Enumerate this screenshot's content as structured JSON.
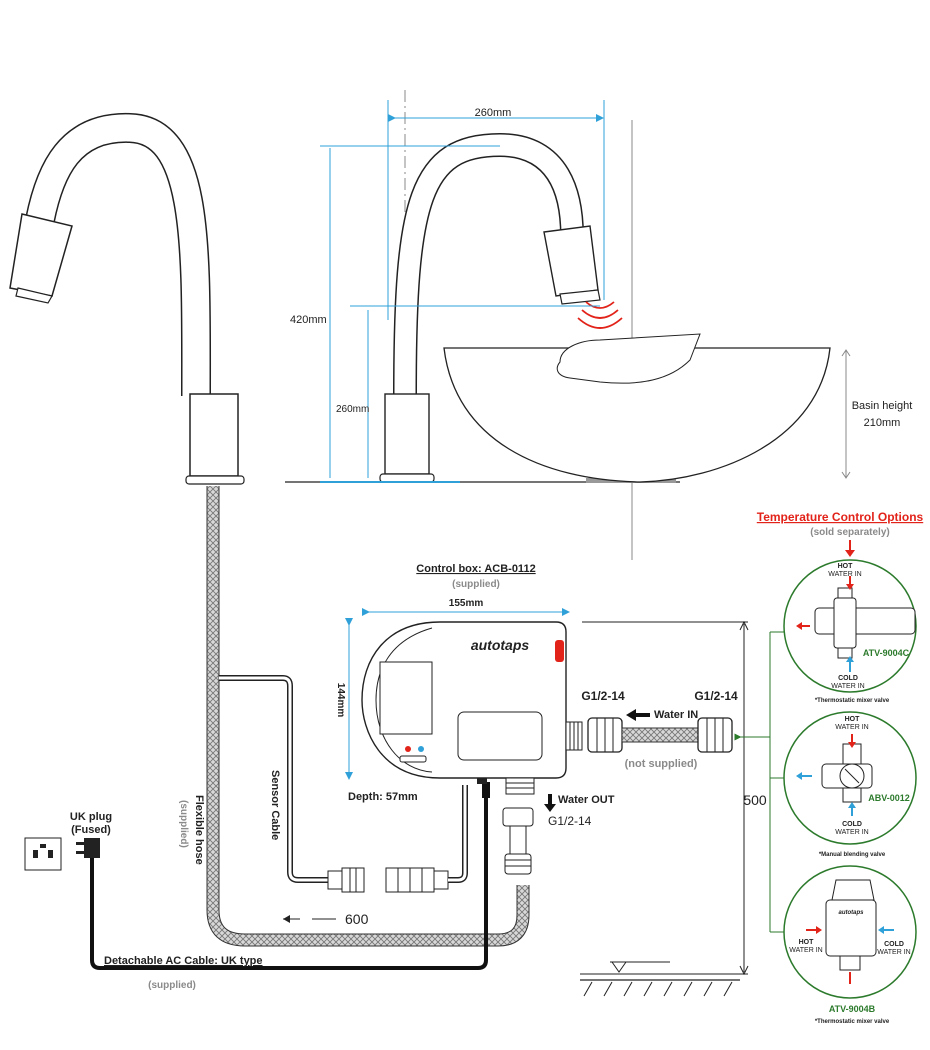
{
  "faucet_dims": {
    "reach": "260mm",
    "height_total": "420mm",
    "height_spout": "260mm",
    "basin_height_line1": "Basin height",
    "basin_height_line2": "210mm"
  },
  "temperature_options": {
    "title": "Temperature Control Options",
    "subtitle": "(sold separately)",
    "options": [
      {
        "hot": "HOT",
        "hot_sub": "WATER IN",
        "cold": "COLD",
        "cold_sub": "WATER IN",
        "code": "ATV-9004C",
        "caption": "*Thermostatic mixer valve"
      },
      {
        "hot": "HOT",
        "hot_sub": "WATER IN",
        "cold": "COLD",
        "cold_sub": "WATER IN",
        "code": "ABV-0012",
        "caption": "*Manual blending valve"
      },
      {
        "hot": "HOT",
        "hot_sub": "WATER IN",
        "cold": "COLD",
        "cold_sub": "WATER IN",
        "code": "ATV-9004B",
        "caption": "*Thermostatic mixer valve",
        "brand": "autotaps"
      }
    ]
  },
  "control_box": {
    "title": "Control box: ACB-0112",
    "supplied": "(supplied)",
    "width": "155mm",
    "height": "144mm",
    "depth": "Depth: 57mm",
    "brand": "autotaps"
  },
  "connections": {
    "g_left": "G1/2-14",
    "g_right": "G1/2-14",
    "water_in": "Water IN",
    "not_supplied": "(not supplied)",
    "water_out": "Water OUT",
    "g_out": "G1/2-14",
    "vertical_500": "500",
    "horizontal_600": "600"
  },
  "cables": {
    "sensor": "Sensor Cable",
    "hose": "Flexible hose",
    "hose_supplied": "(supplied)",
    "uk_plug_line1": "UK plug",
    "uk_plug_line2": "(Fused)",
    "ac_cable": "Detachable AC Cable: UK type",
    "ac_supplied": "(supplied)"
  }
}
